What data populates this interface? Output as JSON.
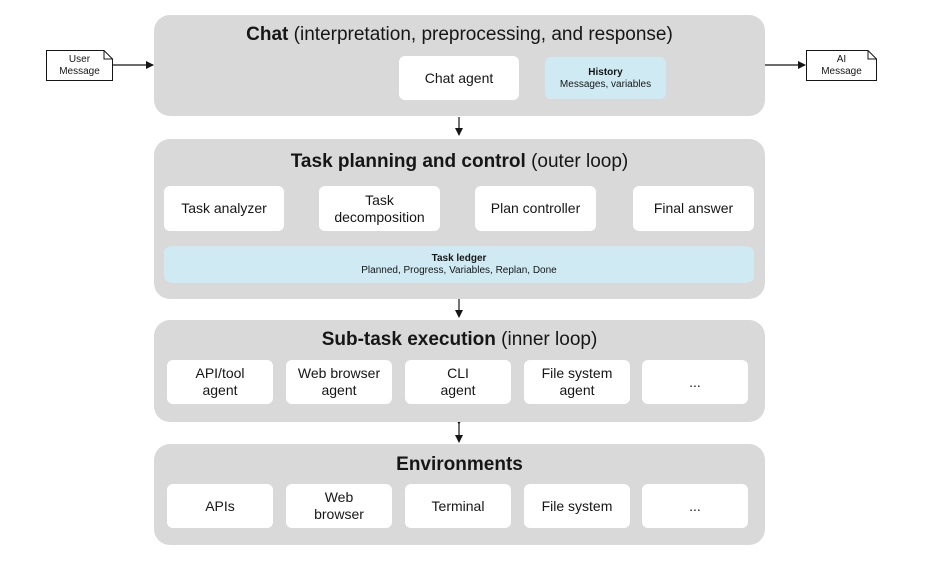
{
  "user_message": "User\nMessage",
  "ai_message": "AI\nMessage",
  "chat": {
    "title_bold": "Chat",
    "title_rest": " (interpretation, preprocessing, and response)",
    "agent_label": "Chat agent",
    "history_title": "History",
    "history_sub": "Messages, variables"
  },
  "planning": {
    "title_bold": "Task planning and control",
    "title_rest": " (outer loop)",
    "steps": [
      "Task analyzer",
      "Task\ndecomposition",
      "Plan controller",
      "Final answer"
    ],
    "ledger_title": "Task ledger",
    "ledger_sub": "Planned, Progress, Variables, Replan, Done"
  },
  "execution": {
    "title_bold": "Sub-task execution",
    "title_rest": " (inner loop)",
    "agents": [
      "API/tool\nagent",
      "Web browser\nagent",
      "CLI\nagent",
      "File system\nagent",
      "..."
    ]
  },
  "environments": {
    "title_bold": "Environments",
    "items": [
      "APIs",
      "Web\nbrowser",
      "Terminal",
      "File system",
      "..."
    ]
  },
  "colors": {
    "panel": "#d9d9d9",
    "ledger": "#cfeaf3",
    "box": "#ffffff"
  }
}
